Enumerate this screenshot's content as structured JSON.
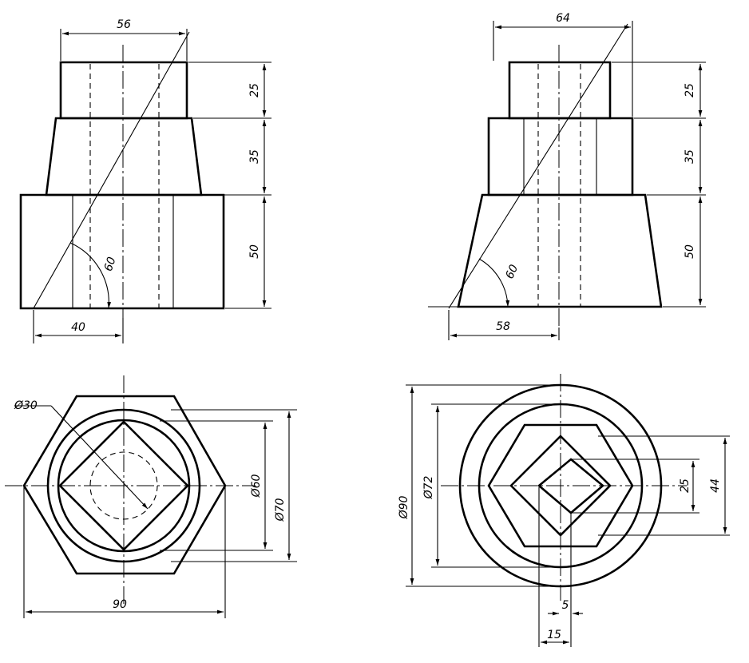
{
  "dimensions": {
    "d56": "56",
    "d25_left": "25",
    "d35_left": "35",
    "d50_left": "50",
    "d40": "40",
    "d60_left": "60",
    "d64": "64",
    "d25_right": "25",
    "d35_right": "35",
    "d50_right": "50",
    "d58": "58",
    "d60_right": "60",
    "dia30": "Ø30",
    "dia60": "Ø60",
    "dia70": "Ø70",
    "d90": "90",
    "dia90": "Ø90",
    "dia72": "Ø72",
    "d25_plan": "25",
    "d44": "44",
    "d5": "5",
    "d15": "15"
  }
}
